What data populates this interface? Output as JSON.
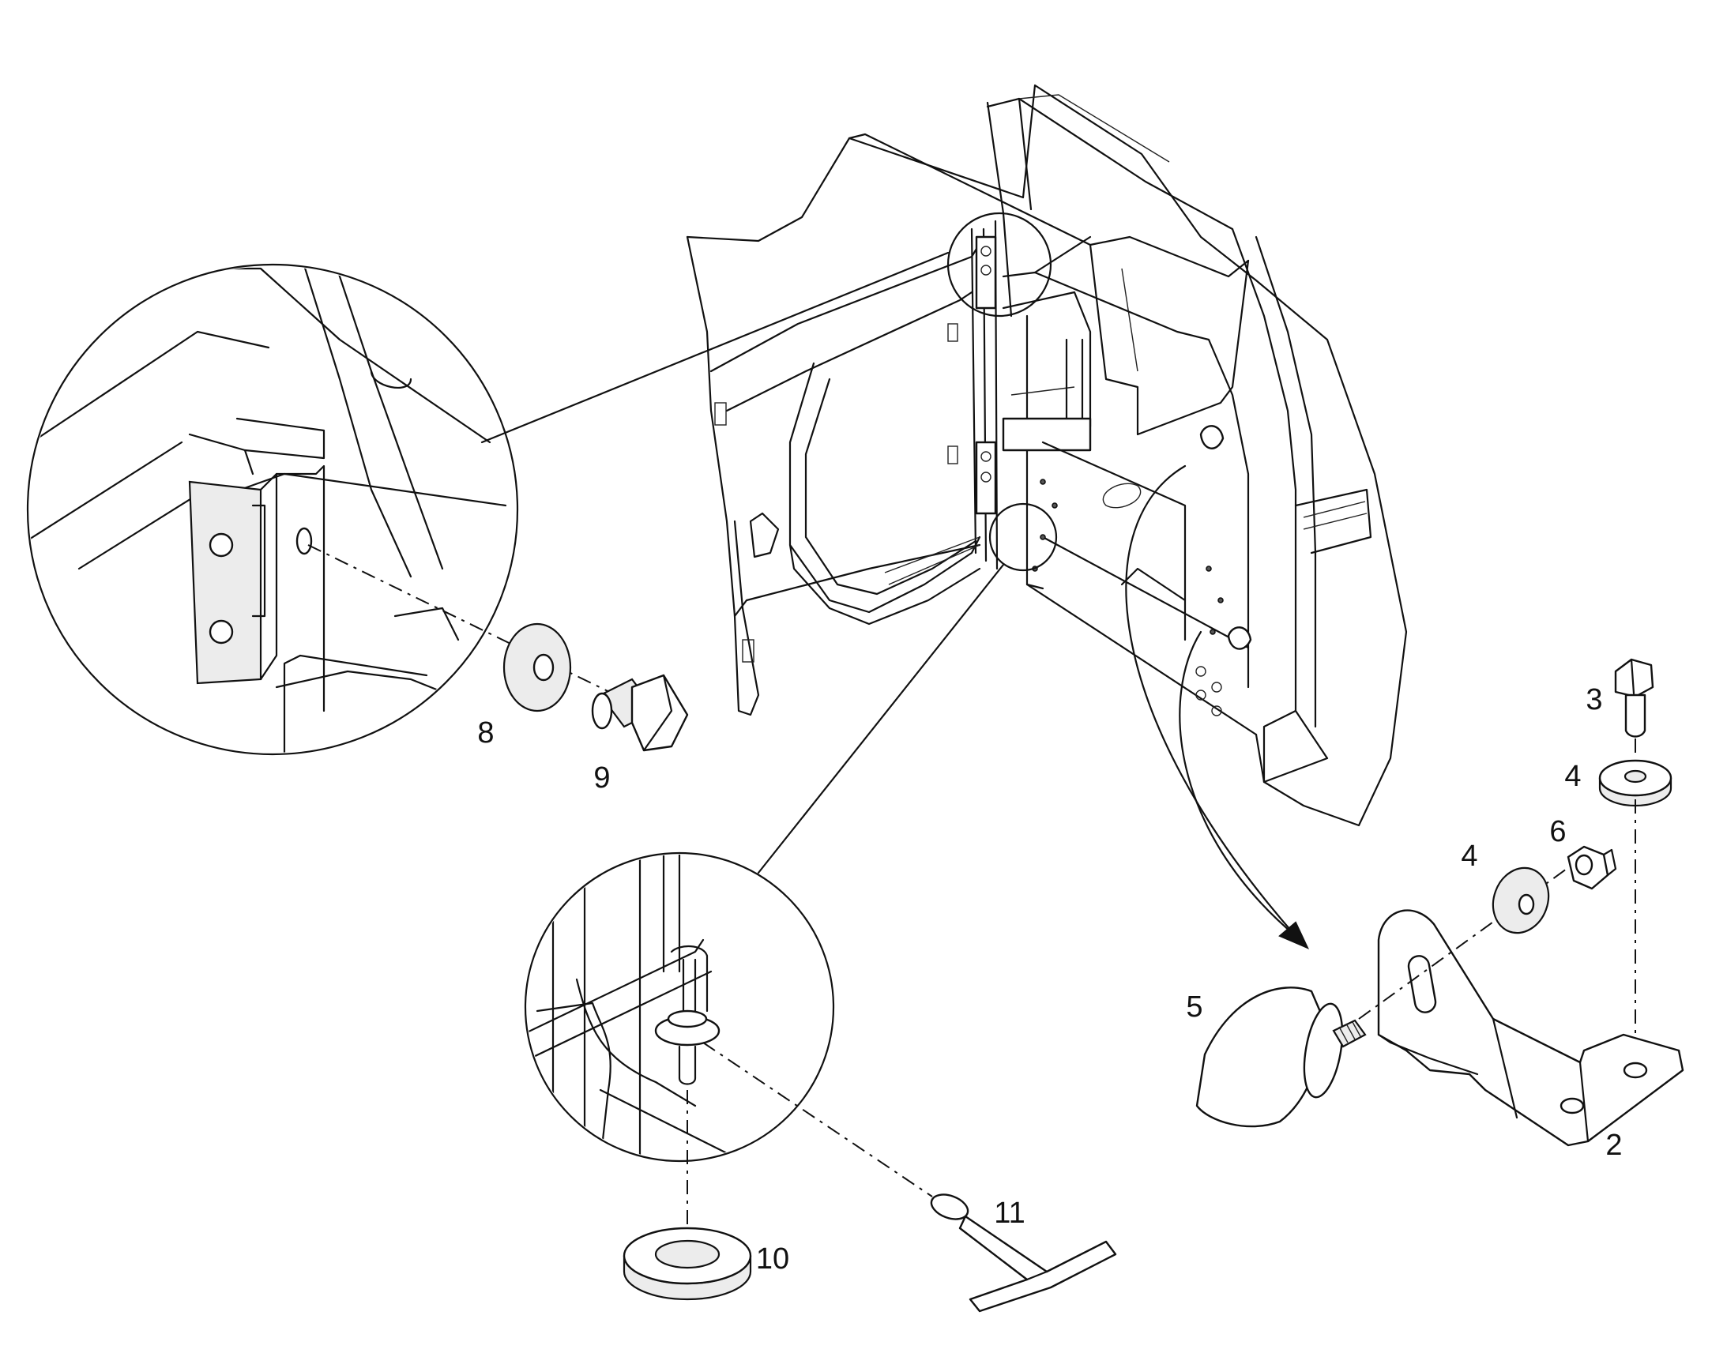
{
  "callouts": [
    {
      "id": "c2",
      "text": "2"
    },
    {
      "id": "c3",
      "text": "3"
    },
    {
      "id": "c4a",
      "text": "4"
    },
    {
      "id": "c4b",
      "text": "4"
    },
    {
      "id": "c5",
      "text": "5"
    },
    {
      "id": "c6",
      "text": "6"
    },
    {
      "id": "c8",
      "text": "8"
    },
    {
      "id": "c9",
      "text": "9"
    },
    {
      "id": "c10",
      "text": "10"
    },
    {
      "id": "c11",
      "text": "11"
    }
  ],
  "colors": {
    "line": "#111111",
    "background": "#ffffff",
    "part_fill": "#ececec"
  }
}
